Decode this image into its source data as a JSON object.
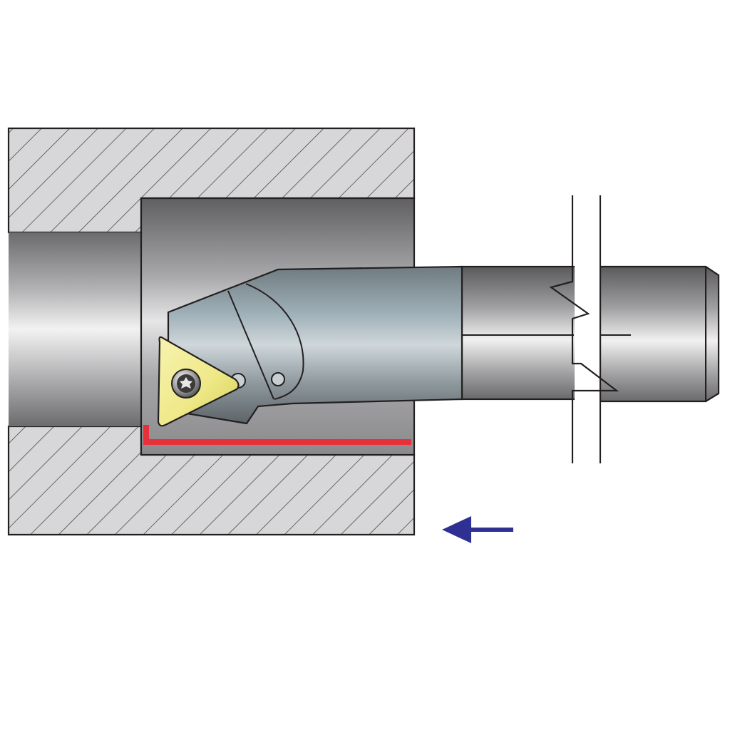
{
  "diagram": {
    "type": "internal-boring-tool-illustration",
    "labels": [],
    "elements": {
      "workpiece": {
        "fill": "section-hatched",
        "hatch_color": "#4a4a4a",
        "background": "#d7d7d9"
      },
      "bore_surface": {
        "gradient": "cylinder-grey"
      },
      "tool_holder": {
        "head_color": "#9aa6ab",
        "shank_gradient": "cylinder-grey"
      },
      "insert": {
        "shape": "triangular",
        "color": "#f2ee9a",
        "screw": "torx-icon"
      },
      "machined_profile": {
        "color": "#e8303a"
      },
      "feed_direction": {
        "direction": "left",
        "color": "#2e3192"
      },
      "break_lines": {
        "count": 2
      }
    },
    "colors": {
      "outline": "#231f20",
      "red_profile": "#e8303a",
      "arrow": "#2e3192",
      "insert_yellow": "#f2ee9a",
      "hatch_bg": "#d7d7d9"
    }
  }
}
